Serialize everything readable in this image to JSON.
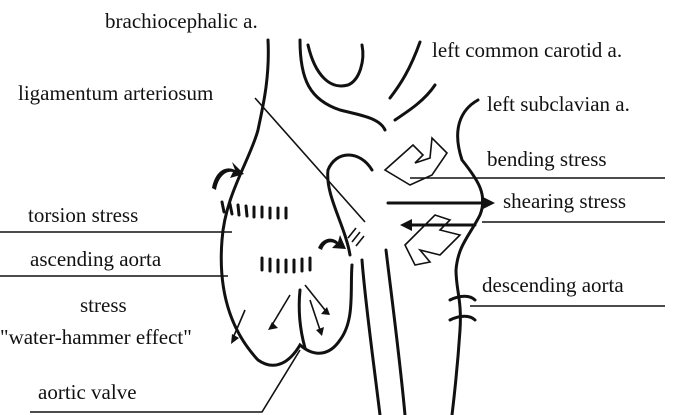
{
  "labels": {
    "brachiocephalic": "brachiocephalic a.",
    "left_common_carotid": "left common carotid a.",
    "ligamentum": "ligamentum arteriosum",
    "left_subclavian": "left subclavian a.",
    "bending": "bending stress",
    "torsion": "torsion stress",
    "shearing": "shearing stress",
    "ascending": "ascending aorta",
    "descending": "descending aorta",
    "stress": "stress",
    "water_hammer": "\"water-hammer effect\"",
    "aortic_valve": "aortic valve"
  }
}
